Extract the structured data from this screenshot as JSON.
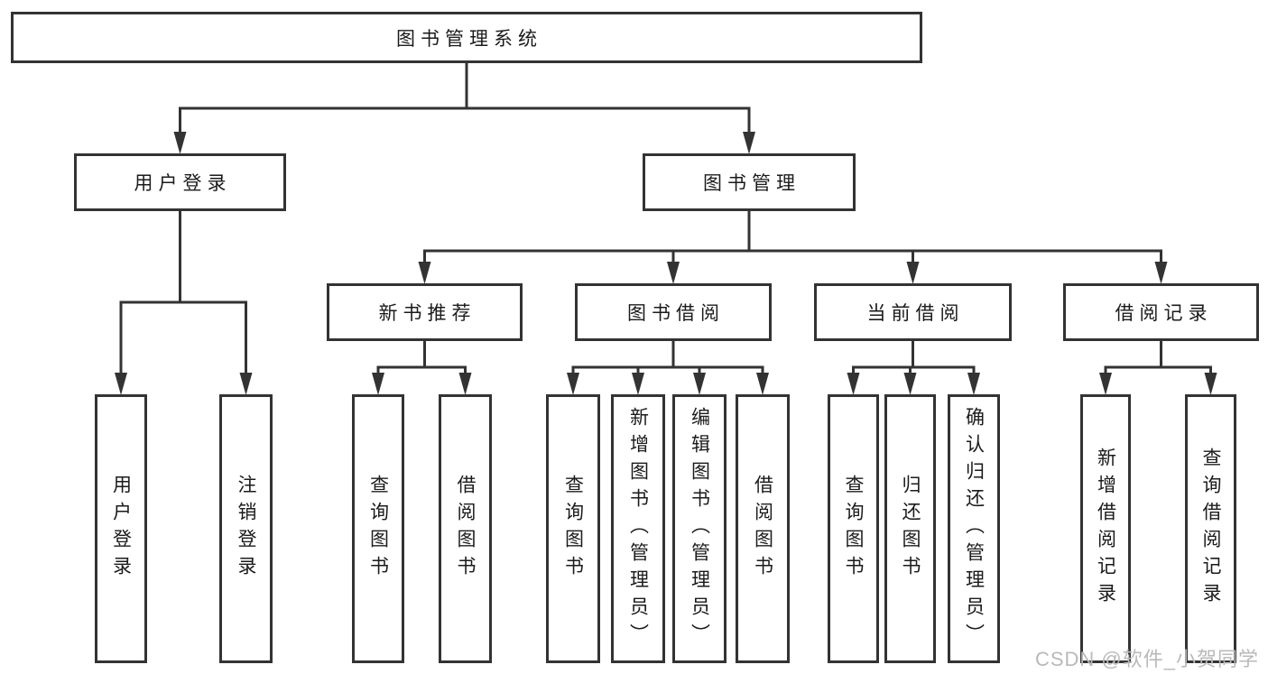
{
  "diagram": {
    "nodes": [
      {
        "id": "root",
        "label": "图书管理系统",
        "parent": null,
        "text_direction": "horizontal"
      },
      {
        "id": "user-login",
        "label": "用户登录",
        "parent": "root",
        "text_direction": "horizontal"
      },
      {
        "id": "book-mgmt",
        "label": "图书管理",
        "parent": "root",
        "text_direction": "horizontal"
      },
      {
        "id": "user-login-leaf",
        "label": "用户登录",
        "parent": "user-login",
        "text_direction": "vertical"
      },
      {
        "id": "logout-leaf",
        "label": "注销登录",
        "parent": "user-login",
        "text_direction": "vertical"
      },
      {
        "id": "new-book-rec",
        "label": "新书推荐",
        "parent": "book-mgmt",
        "text_direction": "horizontal"
      },
      {
        "id": "book-borrow",
        "label": "图书借阅",
        "parent": "book-mgmt",
        "text_direction": "horizontal"
      },
      {
        "id": "current-borrow",
        "label": "当前借阅",
        "parent": "book-mgmt",
        "text_direction": "horizontal"
      },
      {
        "id": "borrow-records",
        "label": "借阅记录",
        "parent": "book-mgmt",
        "text_direction": "horizontal"
      },
      {
        "id": "query-books-1",
        "label": "查询图书",
        "parent": "new-book-rec",
        "text_direction": "vertical"
      },
      {
        "id": "borrow-books-1",
        "label": "借阅图书",
        "parent": "new-book-rec",
        "text_direction": "vertical"
      },
      {
        "id": "query-books-2",
        "label": "查询图书",
        "parent": "book-borrow",
        "text_direction": "vertical"
      },
      {
        "id": "add-books-admin",
        "label": "新增图书（管理员）",
        "parent": "book-borrow",
        "text_direction": "vertical"
      },
      {
        "id": "edit-books-admin",
        "label": "编辑图书（管理员）",
        "parent": "book-borrow",
        "text_direction": "vertical"
      },
      {
        "id": "borrow-books-2",
        "label": "借阅图书",
        "parent": "book-borrow",
        "text_direction": "vertical"
      },
      {
        "id": "query-books-3",
        "label": "查询图书",
        "parent": "current-borrow",
        "text_direction": "vertical"
      },
      {
        "id": "return-books",
        "label": "归还图书",
        "parent": "current-borrow",
        "text_direction": "vertical"
      },
      {
        "id": "confirm-return-admin",
        "label": "确认归还（管理员）",
        "parent": "current-borrow",
        "text_direction": "vertical"
      },
      {
        "id": "add-borrow-record",
        "label": "新增借阅记录",
        "parent": "borrow-records",
        "text_direction": "vertical"
      },
      {
        "id": "query-borrow-record",
        "label": "查询借阅记录",
        "parent": "borrow-records",
        "text_direction": "vertical"
      }
    ]
  },
  "watermark": {
    "text": "CSDN @软件_小贺同学"
  },
  "colors": {
    "line": "#333333",
    "box_background": "#ffffff",
    "text": "#1b1b1b",
    "watermark": "#b9b9b9",
    "background": "#ffffff"
  }
}
